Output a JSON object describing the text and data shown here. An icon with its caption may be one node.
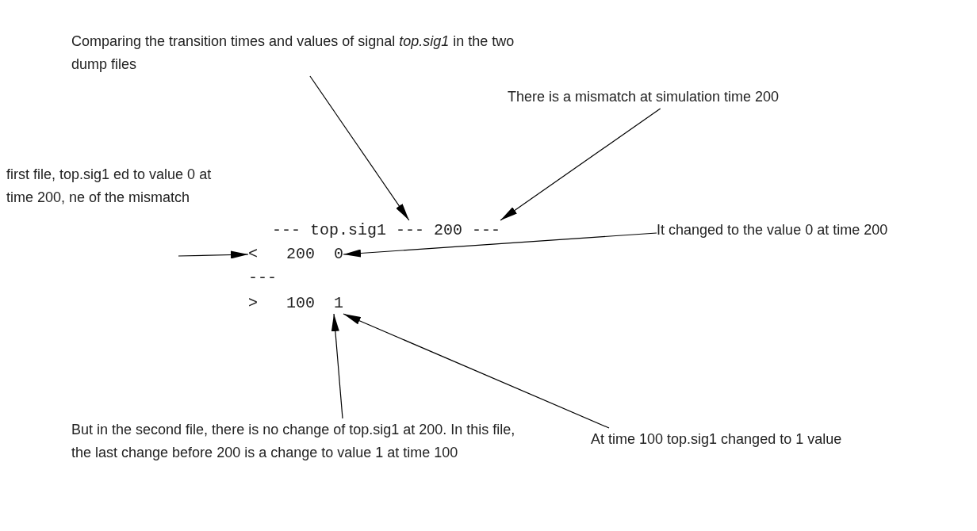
{
  "diagram": {
    "nodes": [
      {
        "text": [
          "Comparing the transition times and values of signal *top.sig1* in the two dump files"
        ]
      },
      {
        "text": [
          "There is a mismatch at simulation time 200"
        ]
      },
      {
        "text": [
          "first file, top.sig1 ed to value 0 at time 200, ne of the mismatch"
        ]
      },
      {
        "text": [
          "--- top.sig1 --- 200 ---"
        ]
      },
      {
        "text": [
          "<   200  0"
        ]
      },
      {
        "text": [
          "---"
        ]
      },
      {
        "text": [
          ">   100  1"
        ]
      },
      {
        "text": [
          "It changed to the value 0 at time 200"
        ]
      },
      {
        "text": [
          "At time 100 top.sig1 changed to 1 value"
        ]
      },
      {
        "text": [
          "But in the second file, there is no change of top.sig1 at 200. In this file, the last change before 200 is a change to value 1 at time 100"
        ]
      }
    ],
    "edges": [
      {
        "from": 0,
        "to": 3,
        "arrow": "to"
      },
      {
        "from": 1,
        "to": 3,
        "arrow": "to"
      },
      {
        "from": null,
        "to": 4,
        "arrow": "to"
      },
      {
        "from": 7,
        "to": 4,
        "arrow": "to"
      },
      {
        "from": 8,
        "to": 6,
        "arrow": "to"
      },
      {
        "from": 9,
        "to": 6,
        "arrow": "to"
      }
    ]
  }
}
